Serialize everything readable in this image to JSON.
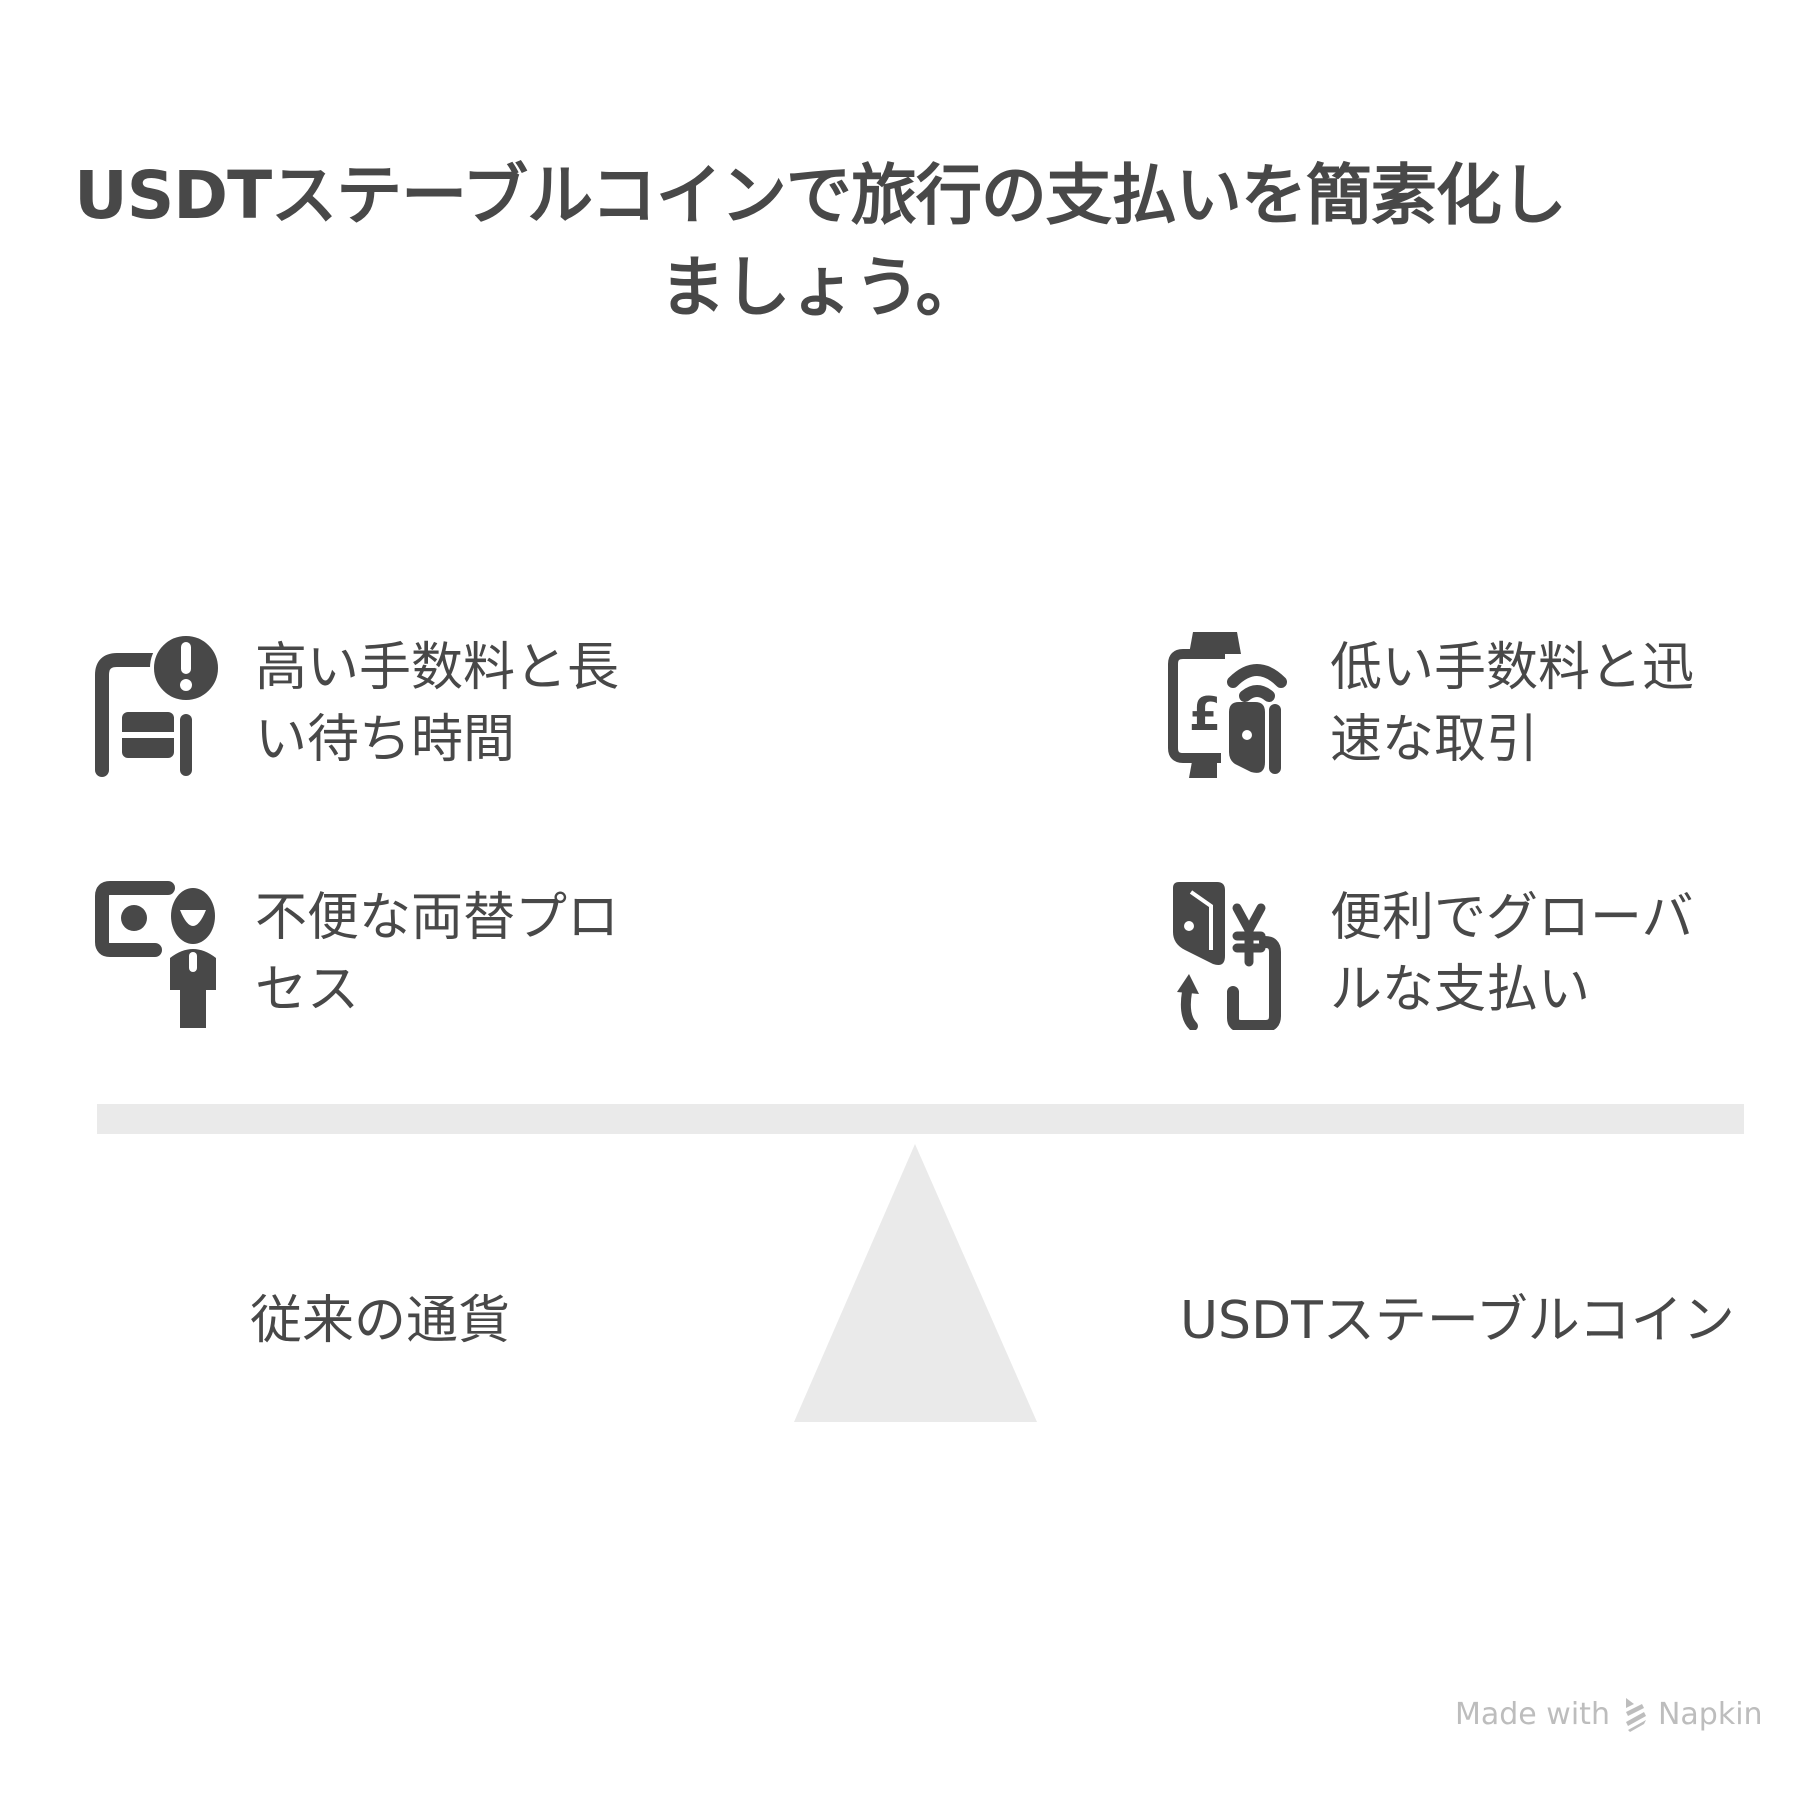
{
  "title": {
    "line1": "USDTステーブルコインで旅行の支払いを簡素化し",
    "line2": "ましょう。"
  },
  "left_side": {
    "label": "従来の通貨",
    "items": [
      {
        "icon": "warning-card-icon",
        "text": "高い手数料と長い待ち時間"
      },
      {
        "icon": "presenter-person-icon",
        "text": "不便な両替プロセス"
      }
    ]
  },
  "right_side": {
    "label": "USDTステーブルコイン",
    "items": [
      {
        "icon": "smartwatch-pound-payment-icon",
        "text": "低い手数料と迅速な取引"
      },
      {
        "icon": "phone-yen-exchange-icon",
        "text": "便利でグローバルな支払い"
      }
    ]
  },
  "colors": {
    "text": "#484848",
    "scale": "#eaeaea",
    "footer": "#bdbdbd"
  },
  "footer": {
    "made_with": "Made with",
    "brand": "Napkin"
  }
}
